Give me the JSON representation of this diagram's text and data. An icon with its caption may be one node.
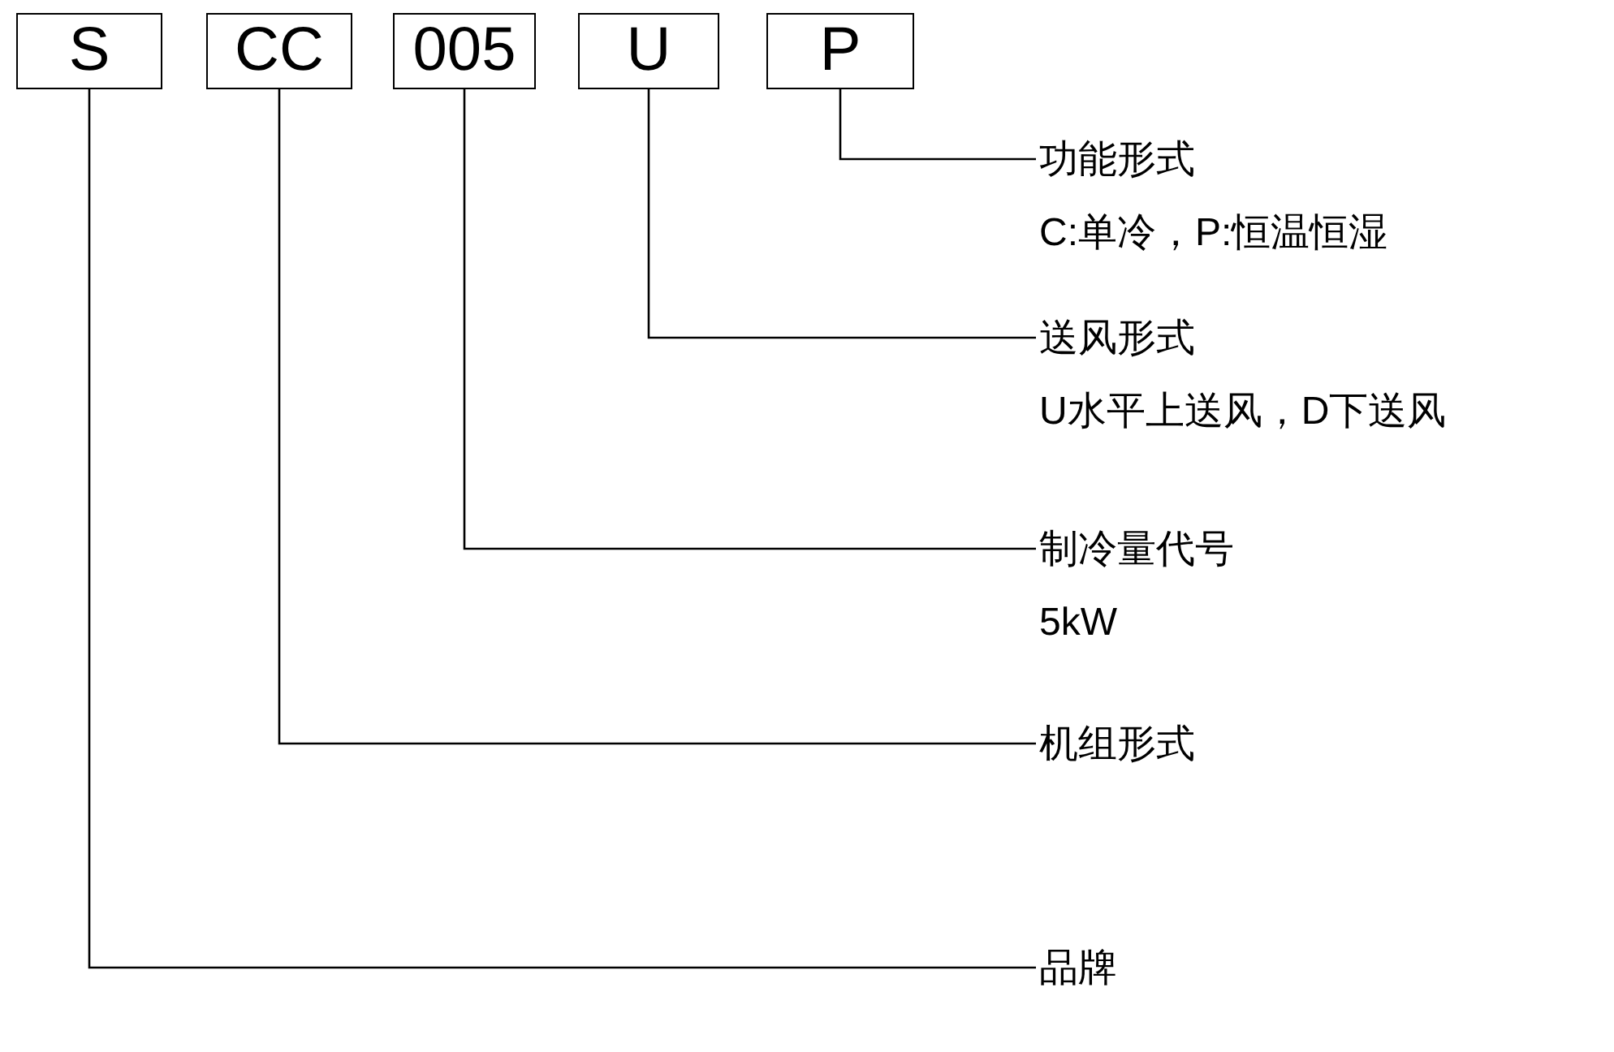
{
  "diagram": {
    "nodes": [
      {
        "text": [
          "S"
        ]
      },
      {
        "text": [
          "CC"
        ]
      },
      {
        "text": [
          "005"
        ]
      },
      {
        "text": [
          "U"
        ]
      },
      {
        "text": [
          "P"
        ]
      },
      {
        "text": [
          "功能形式",
          "C:单冷，P:恒温恒湿"
        ]
      },
      {
        "text": [
          "送风形式",
          "U水平上送风，D下送风"
        ]
      },
      {
        "text": [
          "制冷量代号",
          "5kW"
        ]
      },
      {
        "text": [
          "机组形式"
        ]
      },
      {
        "text": [
          "品牌"
        ]
      }
    ],
    "edges": [
      {
        "from": 4,
        "to": 5,
        "arrow": "none"
      },
      {
        "from": 3,
        "to": 6,
        "arrow": "none"
      },
      {
        "from": 2,
        "to": 7,
        "arrow": "none"
      },
      {
        "from": 1,
        "to": 8,
        "arrow": "none"
      },
      {
        "from": 0,
        "to": 9,
        "arrow": "none"
      }
    ]
  }
}
